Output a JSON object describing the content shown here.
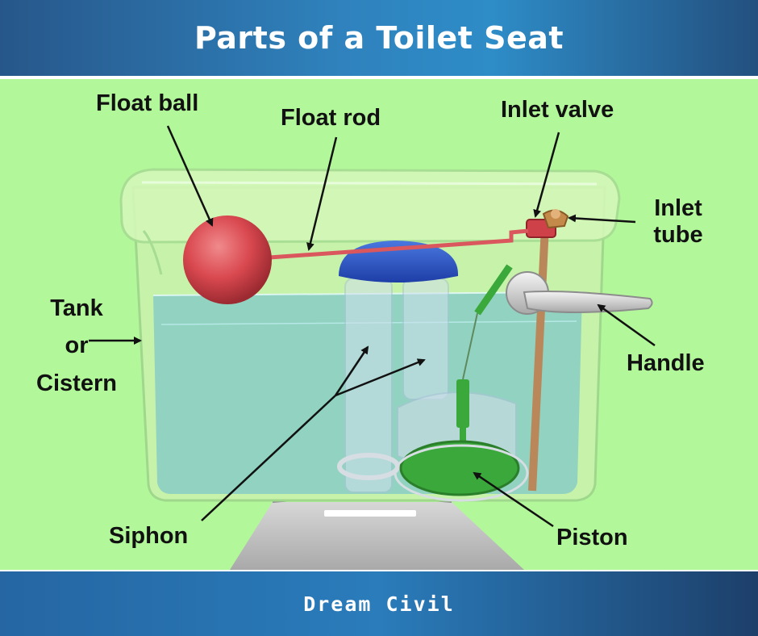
{
  "header": {
    "title": "Parts of a Toilet Seat"
  },
  "labels": {
    "float_ball": "Float ball",
    "float_rod": "Float rod",
    "inlet_valve": "Inlet valve",
    "inlet_tube": [
      "Inlet",
      "tube"
    ],
    "tank": [
      "Tank",
      "or",
      "Cistern"
    ],
    "handle": "Handle",
    "siphon": "Siphon",
    "piston": "Piston"
  },
  "colors": {
    "header_bg": "#2f82bd",
    "panel_bg": "#b2f79a",
    "float_ball": "#d9484f",
    "siphon_cap": "#2d57c9",
    "piston": "#3aa83a",
    "water": "#7fc8c8"
  },
  "footer": {
    "brand": "Dream Civil"
  }
}
